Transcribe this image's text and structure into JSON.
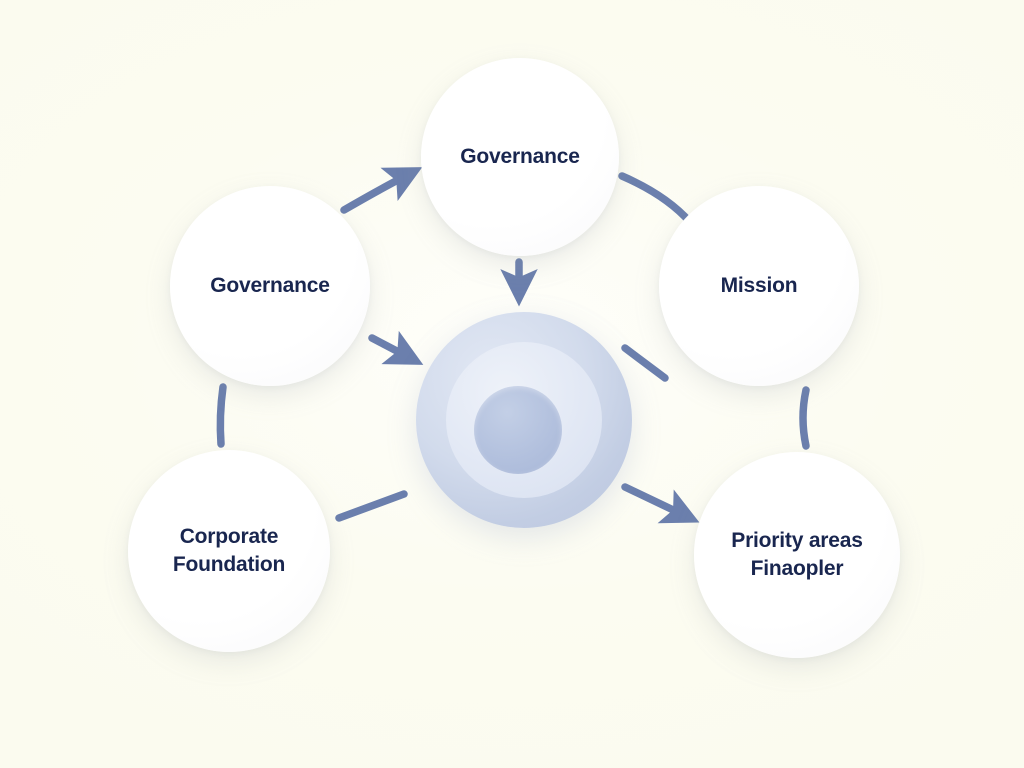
{
  "diagram": {
    "title": "Governance hub diagram",
    "background_color": "#fdfdf4",
    "label_color": "#19264f",
    "connector_color": "#6b7fad",
    "hub": {
      "name": "center-hub",
      "outer_color": "#c2cde3",
      "mid_color": "#e3e9f5",
      "inner_color": "#b3c1de",
      "label": ""
    },
    "nodes": [
      {
        "id": "top",
        "label": "Governance"
      },
      {
        "id": "left",
        "label": "Governance"
      },
      {
        "id": "right",
        "label": "Mission"
      },
      {
        "id": "bottom_left",
        "label": "Corporate\nFoundation"
      },
      {
        "id": "bottom_right",
        "label": "Priority areas\nFinaopler"
      }
    ],
    "connectors": [
      {
        "id": "left-to-top",
        "arrowhead": true,
        "from": "left",
        "to": "top"
      },
      {
        "id": "top-to-hub",
        "arrowhead": true,
        "from": "top",
        "to": "hub"
      },
      {
        "id": "top-to-right",
        "arrowhead": false,
        "from": "top",
        "to": "right"
      },
      {
        "id": "hub-to-right",
        "arrowhead": false,
        "from": "hub",
        "to": "right"
      },
      {
        "id": "left-to-hub",
        "arrowhead": true,
        "from": "left",
        "to": "hub"
      },
      {
        "id": "left-to-bottom-left",
        "arrowhead": false,
        "from": "left",
        "to": "bottom_left"
      },
      {
        "id": "bottom-left-to-hub",
        "arrowhead": false,
        "from": "bottom_left",
        "to": "hub"
      },
      {
        "id": "hub-to-bottom-right",
        "arrowhead": true,
        "from": "hub",
        "to": "bottom_right"
      },
      {
        "id": "right-to-bottom-right",
        "arrowhead": false,
        "from": "right",
        "to": "bottom_right"
      }
    ]
  }
}
